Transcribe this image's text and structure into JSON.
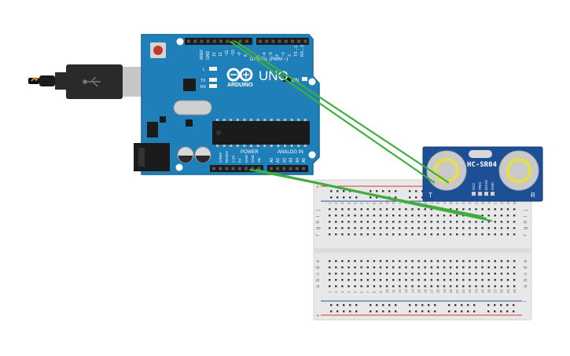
{
  "colors": {
    "board": "#1f7fb8",
    "board_dark": "#16608c",
    "header_pin": "#1c1c1c",
    "breadboard": "#e8e8e8",
    "breadboard_edge": "#cfcfcf",
    "hole": "#3a3a3a",
    "rail_red": "#d23b3b",
    "rail_blue": "#2a4ea8",
    "sensor_board": "#1d4f96",
    "transducer_outer": "#c9c9c9",
    "transducer_inner": "#e6df48",
    "wire": "#3fae3f",
    "usb_body": "#2a2a2a",
    "usb_metal": "#bdbdbd"
  },
  "arduino": {
    "brand": "ARDUINO",
    "model": "UNO",
    "digital_label": "DIGITAL (PWM ~)",
    "power_label": "POWER",
    "analog_label": "ANALOG IN",
    "aref_label": "AREF",
    "gnd_label": "GND",
    "ioref_label": "IOREF",
    "reset_label": "RESET",
    "v33_label": "3.3V",
    "v5_label": "5V",
    "vin_label": "Vin",
    "on_label": "ON",
    "l_label": "L",
    "tx_label": "TX",
    "rx_label": "RX",
    "digital_pins": [
      "13",
      "12",
      "~11",
      "~10",
      "~9",
      "8",
      "7",
      "~6",
      "~5",
      "4",
      "~3",
      "2",
      "TX→1",
      "RX←0"
    ],
    "analog_pins": [
      "A0",
      "A1",
      "A2",
      "A3",
      "A4",
      "A5"
    ],
    "power_pins": [
      "IOREF",
      "RESET",
      "3.3V",
      "5V",
      "GND",
      "GND",
      "Vin"
    ]
  },
  "sensor": {
    "model": "HC-SR04",
    "pins": [
      "VCC",
      "TRIG",
      "ECHO",
      "GND"
    ],
    "t_label": "T",
    "r_label": "R"
  },
  "breadboard": {
    "col_numbers": [
      "1",
      "2",
      "3",
      "4",
      "5",
      "6",
      "7",
      "8",
      "9",
      "10",
      "11",
      "12",
      "13",
      "14",
      "15",
      "16",
      "17",
      "18",
      "19",
      "20",
      "21",
      "22",
      "23",
      "24",
      "25",
      "26",
      "27",
      "28",
      "29",
      "30"
    ],
    "top_row_letters": [
      "j",
      "i",
      "h",
      "g",
      "f"
    ],
    "bottom_row_letters": [
      "e",
      "d",
      "c",
      "b",
      "a"
    ],
    "plus": "+",
    "minus": "−"
  }
}
